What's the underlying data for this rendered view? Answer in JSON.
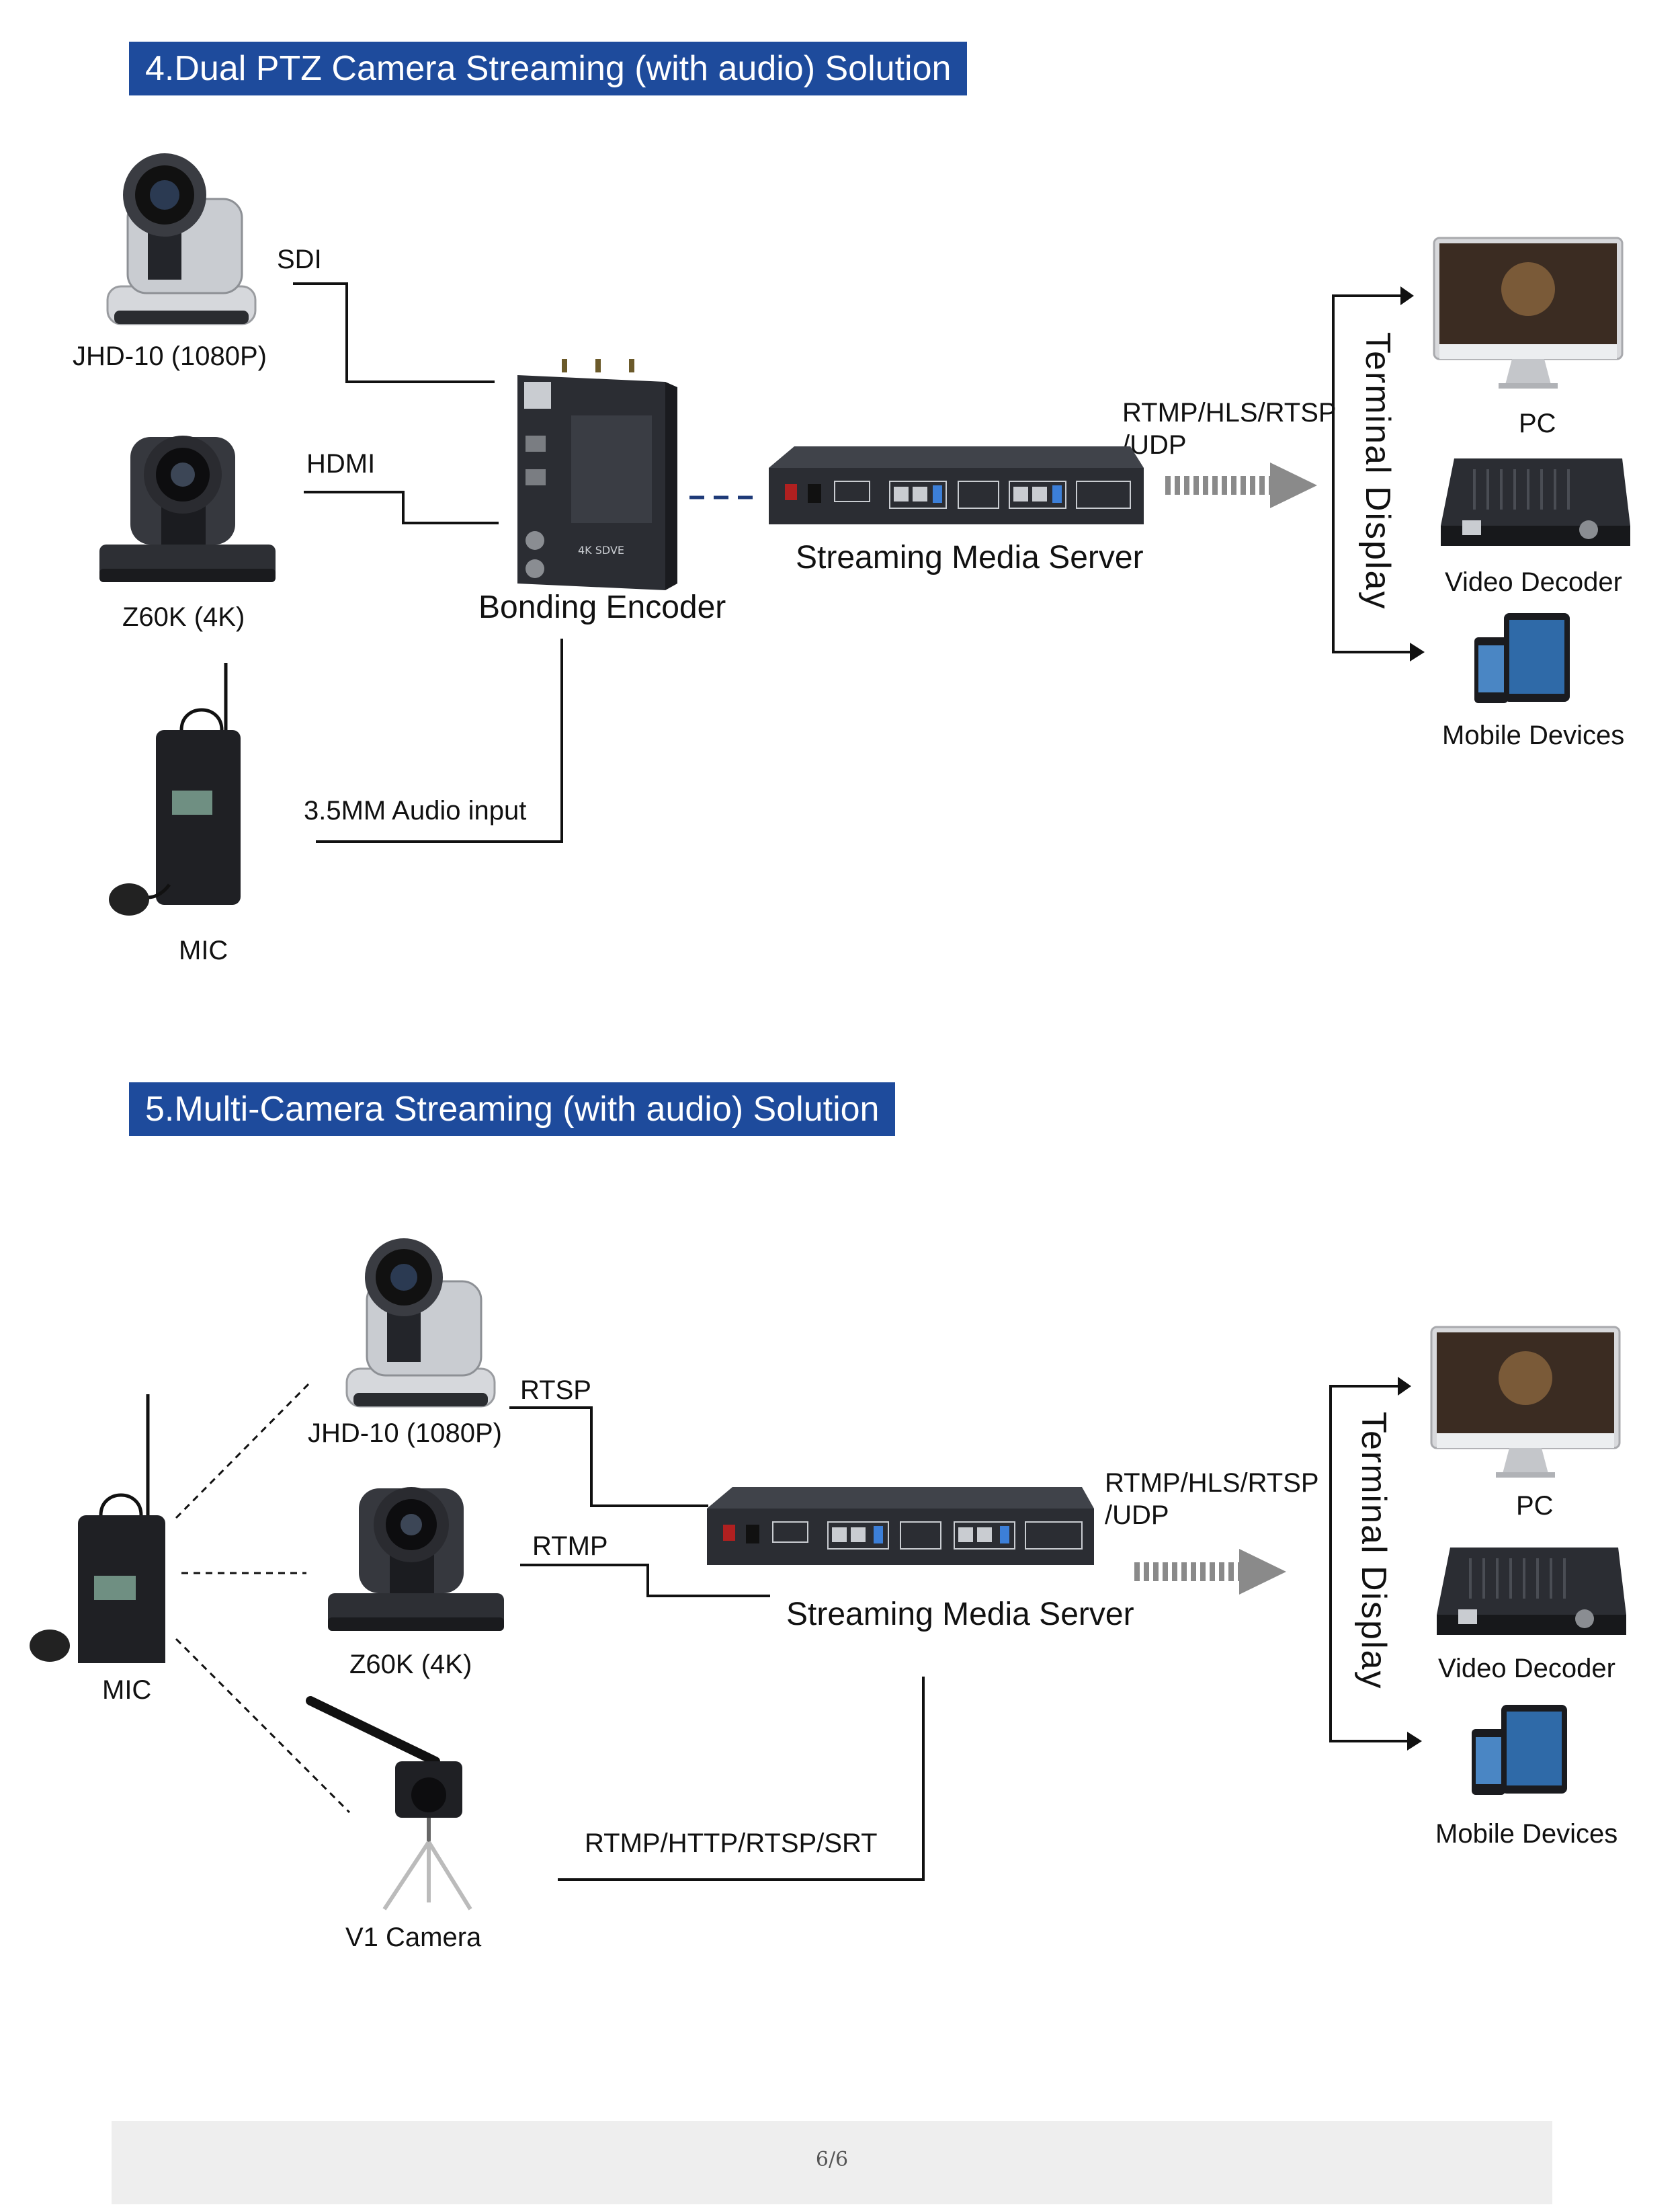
{
  "section4": {
    "title": "4.Dual PTZ Camera Streaming (with audio) Solution",
    "camera1_label": "JHD-10 (1080P)",
    "camera2_label": "Z60K (4K)",
    "mic_label": "MIC",
    "link_sdi": "SDI",
    "link_hdmi": "HDMI",
    "link_audio": "3.5MM Audio input",
    "encoder_label": "Bonding Encoder",
    "server_label": "Streaming Media Server",
    "protocol_line1": "RTMP/HLS/RTSP",
    "protocol_line2": "/UDP",
    "terminal_label": "Terminal Display",
    "pc_label": "PC",
    "decoder_label": "Video Decoder",
    "mobile_label": "Mobile Devices"
  },
  "section5": {
    "title": "5.Multi-Camera Streaming (with audio) Solution",
    "camera1_label": "JHD-10 (1080P)",
    "camera2_label": "Z60K (4K)",
    "camera3_label": "V1 Camera",
    "mic_label": "MIC",
    "link_rtsp": "RTSP",
    "link_rtmp": "RTMP",
    "link_v1": "RTMP/HTTP/RTSP/SRT",
    "server_label": "Streaming Media Server",
    "protocol_line1": "RTMP/HLS/RTSP",
    "protocol_line2": "/UDP",
    "terminal_label": "Terminal Display",
    "pc_label": "PC",
    "decoder_label": "Video Decoder",
    "mobile_label": "Mobile Devices"
  },
  "footer": {
    "page": "6/6"
  },
  "colors": {
    "title_bg": "#1e4b9c",
    "device_dark": "#2b2d33",
    "ptz_silver": "#c9ccd1"
  }
}
